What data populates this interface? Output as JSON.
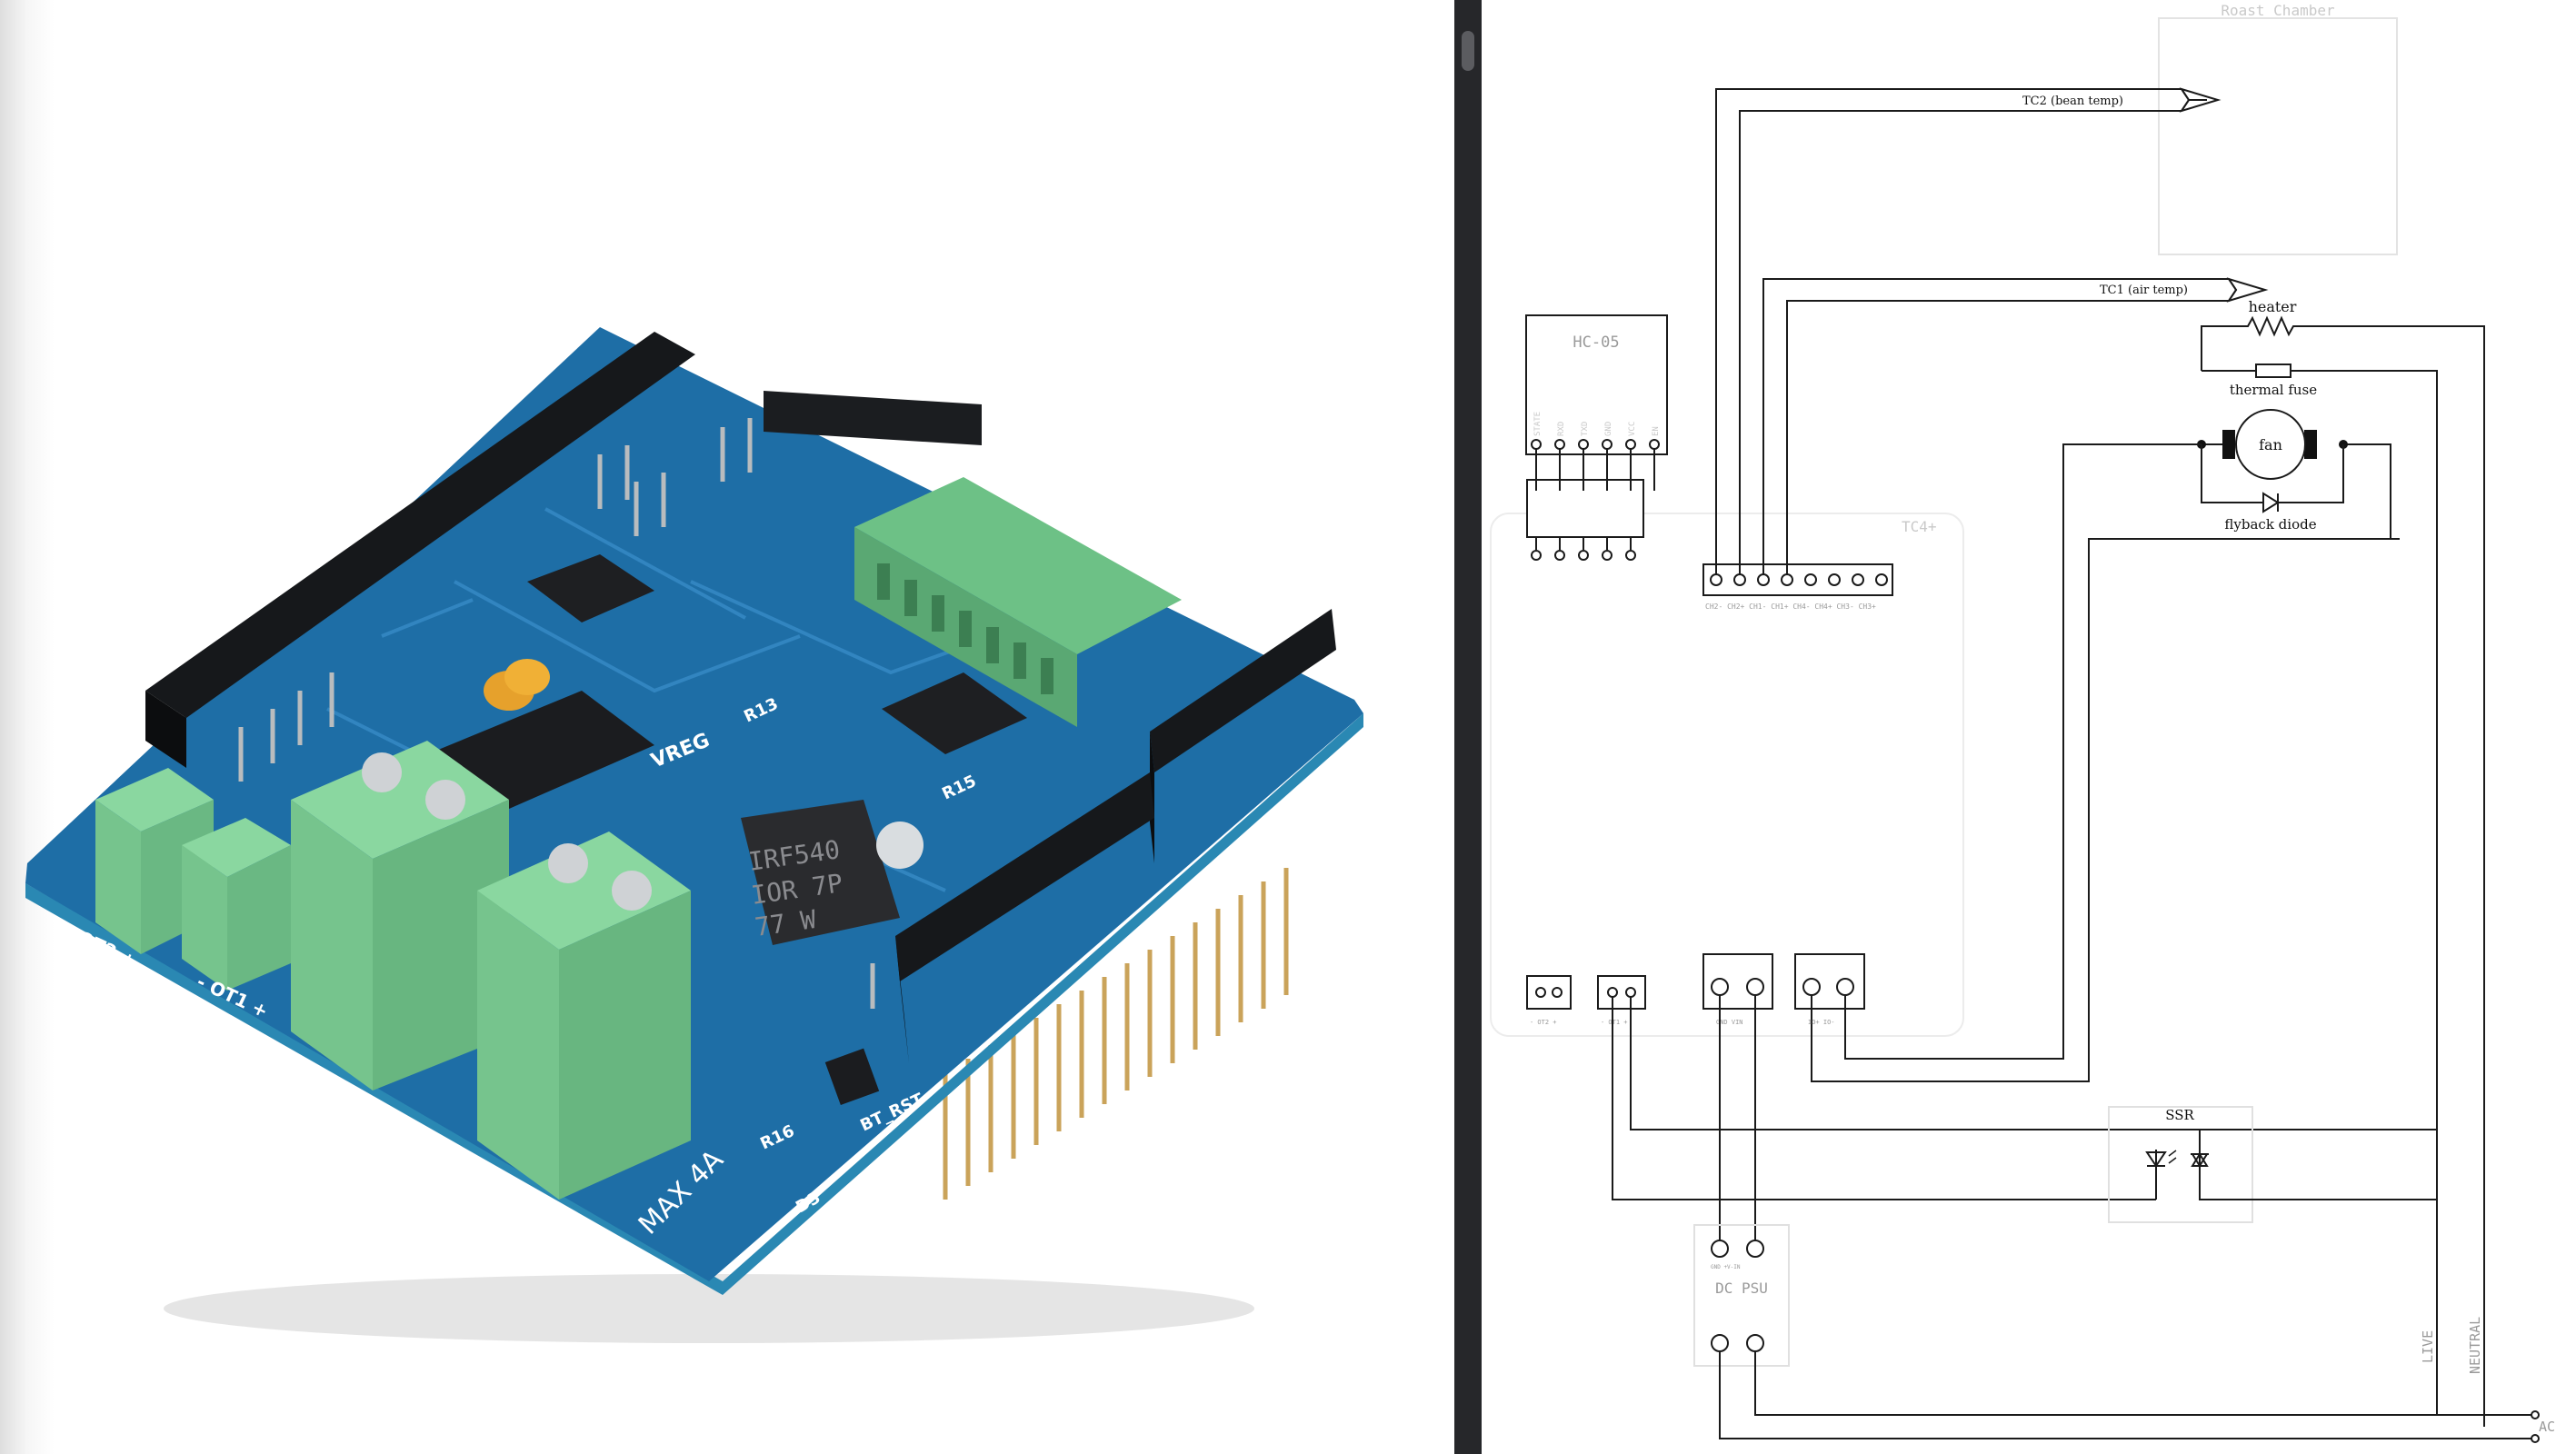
{
  "photo": {
    "ic_marking_lines": [
      "IRF540",
      "IOR 7P",
      "77  W"
    ],
    "silkscreen": {
      "vreg": "VREG",
      "ot2": "- OT2 +",
      "ot1": "- OT1 +",
      "r13": "R13",
      "r15": "R15",
      "r16": "R16",
      "bt_rst": "BT_RST",
      "max": "MAX 4A",
      "d3": "D3"
    }
  },
  "schematic": {
    "roast_chamber": "Roast Chamber",
    "tc2": "TC2 (bean temp)",
    "tc1": "TC1 (air temp)",
    "heater": "heater",
    "thermal_fuse": "thermal fuse",
    "fan": "fan",
    "flyback_diode": "flyback diode",
    "hc05": {
      "title": "HC-05",
      "pins": [
        "STATE",
        "RXD",
        "TXD",
        "GND",
        "VCC",
        "EN"
      ]
    },
    "tc4": {
      "title": "TC4+",
      "tc_header_pins": "CH2- CH2+ CH1- CH1+ CH4- CH4+ CH3- CH3+",
      "ot2": "- OT2 +",
      "ot1": "- OT1 +",
      "pwr": "GND  VIN",
      "io3": "IO+  IO-"
    },
    "ssr": "SSR",
    "dc_psu": {
      "title": "DC PSU",
      "pins": "GND  +V-IN"
    },
    "live": "LIVE",
    "neutral": "NEUTRAL",
    "ac": "AC"
  },
  "colors": {
    "pcb_blue": "#1e6ea6",
    "pcb_edge": "#2a88b3",
    "terminal_green": "#7fcf96",
    "header_black": "#16181b",
    "divider": "#26272a"
  }
}
